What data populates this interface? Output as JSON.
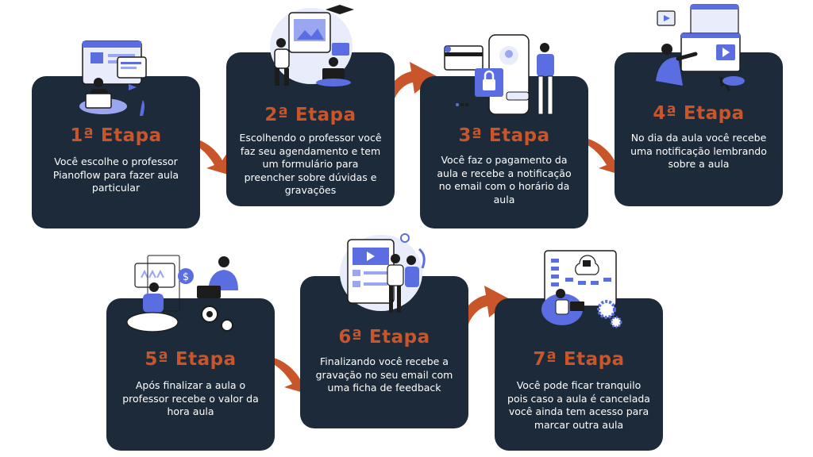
{
  "colors": {
    "card_bg": "#1c2a3a",
    "title": "#c9552a",
    "arrow": "#c9552a",
    "accent": "#5b6ee1"
  },
  "steps": [
    {
      "title": "1ª Etapa",
      "text": "Você escolhe o professor Pianoflow para fazer aula particular"
    },
    {
      "title": "2ª Etapa",
      "text": "Escolhendo o professor você faz seu agendamento e tem um formulário para preencher sobre dúvidas e gravações"
    },
    {
      "title": "3ª Etapa",
      "text": "Você faz o pagamento da aula e recebe a notificação no email com o horário da aula"
    },
    {
      "title": "4ª Etapa",
      "text": "No dia da aula você recebe uma notificação lembrando sobre a aula"
    },
    {
      "title": "5ª Etapa",
      "text": "Após finalizar a aula o professor recebe o valor da hora aula"
    },
    {
      "title": "6ª Etapa",
      "text": "Finalizando você recebe a gravação no seu email com uma ficha de feedback"
    },
    {
      "title": "7ª Etapa",
      "text": "Você pode ficar tranquilo pois caso a aula é cancelada você ainda tem acesso para marcar outra aula"
    }
  ],
  "illustrations": [
    "laptop-user-illustration",
    "scheduling-illustration",
    "payment-lock-illustration",
    "video-notification-illustration",
    "payment-dollar-illustration",
    "feedback-video-illustration",
    "cloud-security-illustration"
  ]
}
